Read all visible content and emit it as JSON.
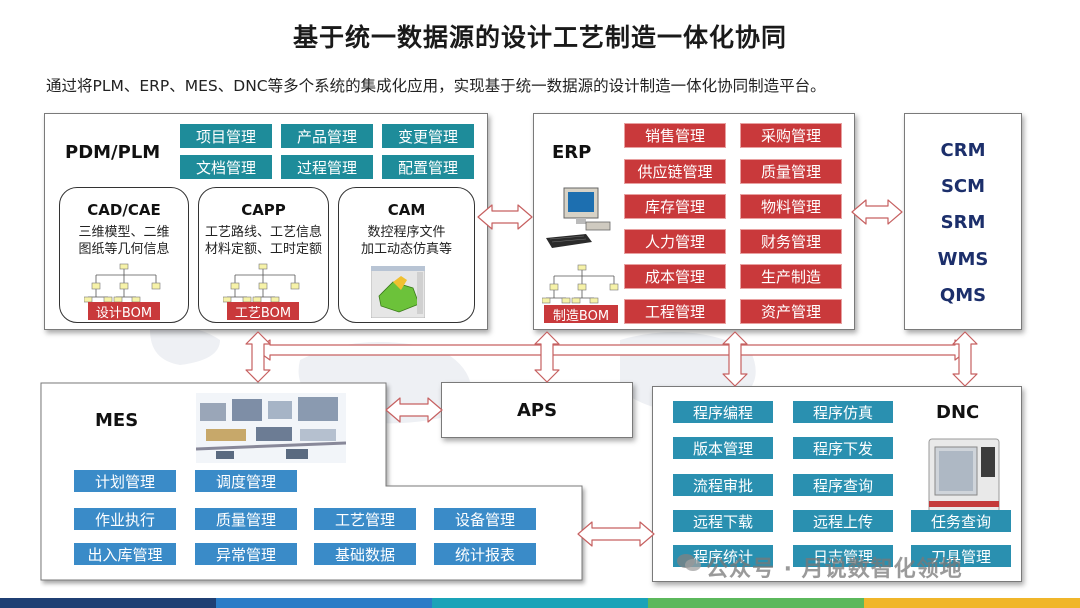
{
  "title": "基于统一数据源的设计工艺制造一体化协同",
  "subtitle": "通过将PLM、ERP、MES、DNC等多个系统的集成化应用，实现基于统一数据源的设计制造一体化协同制造平台。",
  "plm": {
    "name": "PDM/PLM",
    "chips": [
      "项目管理",
      "产品管理",
      "变更管理",
      "文档管理",
      "过程管理",
      "配置管理"
    ],
    "cad": {
      "name": "CAD/CAE",
      "desc1": "三维模型、二维",
      "desc2": "图纸等几何信息",
      "bom": "设计BOM"
    },
    "capp": {
      "name": "CAPP",
      "desc1": "工艺路线、工艺信息",
      "desc2": "材料定额、工时定额",
      "bom": "工艺BOM"
    },
    "cam": {
      "name": "CAM",
      "desc1": "数控程序文件",
      "desc2": "加工动态仿真等"
    }
  },
  "erp": {
    "name": "ERP",
    "chips": [
      "销售管理",
      "采购管理",
      "供应链管理",
      "质量管理",
      "库存管理",
      "物料管理",
      "人力管理",
      "财务管理",
      "成本管理",
      "生产制造",
      "工程管理",
      "资产管理"
    ],
    "bom": "制造BOM"
  },
  "crm_list": [
    "CRM",
    "SCM",
    "SRM",
    "WMS",
    "QMS"
  ],
  "mes": {
    "name": "MES",
    "chips": [
      "计划管理",
      "调度管理",
      "作业执行",
      "质量管理",
      "工艺管理",
      "设备管理",
      "出入库管理",
      "异常管理",
      "基础数据",
      "统计报表"
    ]
  },
  "aps": {
    "name": "APS"
  },
  "dnc": {
    "name": "DNC",
    "chips": [
      "程序编程",
      "程序仿真",
      "版本管理",
      "程序下发",
      "流程审批",
      "程序查询",
      "远程下载",
      "远程上传",
      "任务查询",
      "程序统计",
      "日志管理",
      "刀具管理"
    ]
  },
  "watermark": "公众号 · 月说数智化领地",
  "colors": {
    "teal": "#1e8c9a",
    "red": "#c9393b",
    "blue": "#3a8bc8",
    "arrow_fill": "#ffffff",
    "arrow_stroke": "#c66060"
  }
}
